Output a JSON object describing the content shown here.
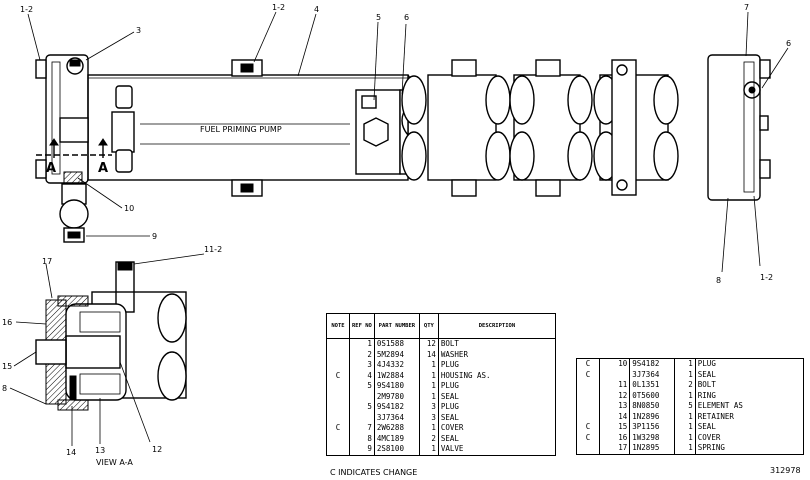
{
  "diagram": {
    "pump_label": "FUEL PRIMING PUMP",
    "view_label": "VIEW  A-A",
    "section_mark": "A",
    "callouts": {
      "c1_2_top_left": "1-2",
      "c3": "3",
      "c1_2_top_mid": "1-2",
      "c4": "4",
      "c5": "5",
      "c6_mid": "6",
      "c7": "7",
      "c6_right": "6",
      "c10": "10",
      "c9": "9",
      "c11_2": "11-2",
      "c8_right": "8",
      "c1_2_right": "1-2",
      "c17": "17",
      "c16": "16",
      "c15": "15",
      "c8_left": "8",
      "c14": "14",
      "c13": "13",
      "c12": "12"
    }
  },
  "table1": {
    "headers": {
      "note": "NOTE",
      "ref": "REF NO",
      "part": "PART NUMBER",
      "qty": "QTY",
      "desc": "DESCRIPTION"
    },
    "rows": [
      {
        "note": "",
        "ref": "1",
        "part": "0S1588",
        "qty": "12",
        "desc": "BOLT"
      },
      {
        "note": "",
        "ref": "2",
        "part": "5M2894",
        "qty": "14",
        "desc": "WASHER"
      },
      {
        "note": "",
        "ref": "3",
        "part": "4J4332",
        "qty": "1",
        "desc": "PLUG"
      },
      {
        "note": "C",
        "ref": "4",
        "part": "1W2884",
        "qty": "1",
        "desc": "HOUSING AS."
      },
      {
        "note": "",
        "ref": "5",
        "part": "9S4180",
        "qty": "1",
        "desc": "PLUG"
      },
      {
        "note": "",
        "ref": "",
        "part": "2M9780",
        "qty": "1",
        "desc": "SEAL"
      },
      {
        "note": "",
        "ref": "5",
        "part": "9S4182",
        "qty": "3",
        "desc": "PLUG"
      },
      {
        "note": "",
        "ref": "",
        "part": "3J7364",
        "qty": "3",
        "desc": "SEAL"
      },
      {
        "note": "C",
        "ref": "7",
        "part": "2W6288",
        "qty": "1",
        "desc": "COVER"
      },
      {
        "note": "",
        "ref": "8",
        "part": "4MC189",
        "qty": "2",
        "desc": "SEAL"
      },
      {
        "note": "",
        "ref": "9",
        "part": "2S8100",
        "qty": "1",
        "desc": "VALVE"
      }
    ]
  },
  "table2": {
    "rows": [
      {
        "note": "C",
        "ref": "10",
        "part": "9S4182",
        "qty": "1",
        "desc": "PLUG"
      },
      {
        "note": "C",
        "ref": "",
        "part": "3J7364",
        "qty": "1",
        "desc": "SEAL"
      },
      {
        "note": "",
        "ref": "11",
        "part": "0L1351",
        "qty": "2",
        "desc": "BOLT"
      },
      {
        "note": "",
        "ref": "12",
        "part": "0T5600",
        "qty": "1",
        "desc": "RING"
      },
      {
        "note": "",
        "ref": "13",
        "part": "8N0850",
        "qty": "5",
        "desc": "ELEMENT  AS"
      },
      {
        "note": "",
        "ref": "14",
        "part": "1N2896",
        "qty": "1",
        "desc": "RETAINER"
      },
      {
        "note": "C",
        "ref": "15",
        "part": "3P1156",
        "qty": "1",
        "desc": "SEAL"
      },
      {
        "note": "C",
        "ref": "16",
        "part": "1W3298",
        "qty": "1",
        "desc": "COVER"
      },
      {
        "note": "",
        "ref": "17",
        "part": "1N2895",
        "qty": "1",
        "desc": "SPRING"
      }
    ]
  },
  "footnote": "C   INDICATES  CHANGE",
  "doc_number": "312978"
}
